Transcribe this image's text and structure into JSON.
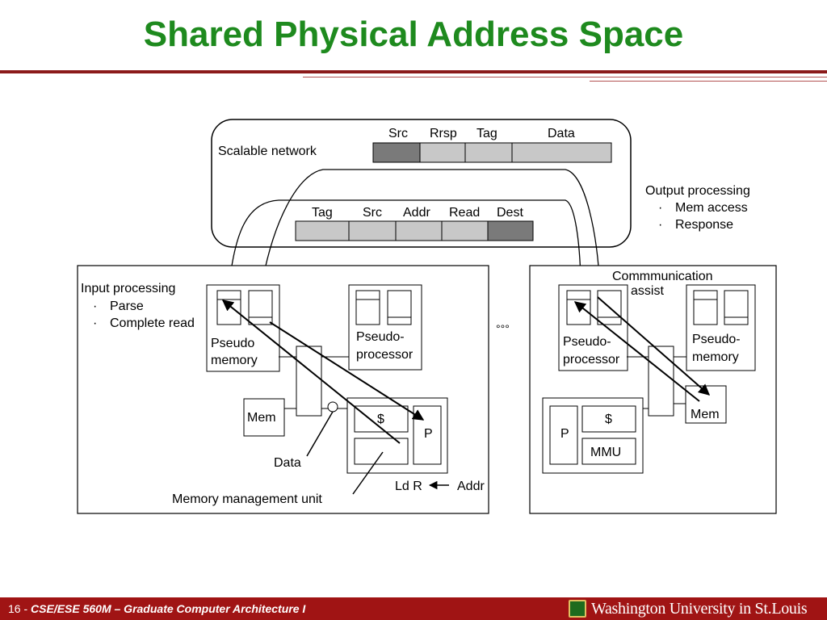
{
  "title": "Shared Physical Address Space",
  "network": {
    "label": "Scalable network",
    "response_packet": [
      "Src",
      "Rrsp",
      "Tag",
      "Data"
    ],
    "request_packet": [
      "Tag",
      "Src",
      "Addr",
      "Read",
      "Dest"
    ]
  },
  "output_processing": {
    "heading": "Output processing",
    "items": [
      "Mem access",
      "Response"
    ],
    "bullet": "·"
  },
  "left_node": {
    "input_processing": {
      "heading": "Input processing",
      "items": [
        "Parse",
        "Complete read"
      ]
    },
    "pseudo_memory_line1": "Pseudo",
    "pseudo_memory_line2": "memory",
    "pseudo_processor_line1": "Pseudo-",
    "pseudo_processor_line2": "processor",
    "mem": "Mem",
    "cache": "$",
    "processor": "P",
    "data_label": "Data",
    "mmu_label": "Memory management unit",
    "ld_r": "Ld R",
    "addr": "Addr"
  },
  "ellipsis": "°°°",
  "right_node": {
    "comm_assist_line1": "Commmunication",
    "comm_assist_line2": "assist",
    "pseudo_processor_line1": "Pseudo-",
    "pseudo_processor_line2": "processor",
    "pseudo_memory_line1": "Pseudo-",
    "pseudo_memory_line2": "memory",
    "mem": "Mem",
    "processor": "P",
    "cache": "$",
    "mmu": "MMU"
  },
  "footer": {
    "slide_number": "16 -",
    "course": "CSE/ESE 560M – Graduate Computer Architecture I",
    "university": "Washington University in St.Louis"
  },
  "colors": {
    "title": "#1e8a1e",
    "footer_bg": "#a01414",
    "rule": "#8b1a1a",
    "packet_light": "#c8c8c8",
    "packet_dark": "#7a7a7a"
  }
}
